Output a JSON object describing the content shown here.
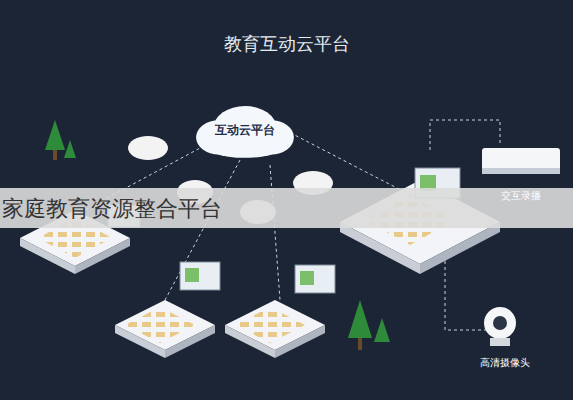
{
  "diagram": {
    "title": "教育互动云平台",
    "nodes": [
      {
        "text": [
          "互动云平台"
        ]
      },
      {
        "text": [
          "交互录播"
        ]
      },
      {
        "text": [
          "高清摄像头"
        ]
      }
    ],
    "labels": [
      "家庭教育资源整合平台"
    ]
  }
}
